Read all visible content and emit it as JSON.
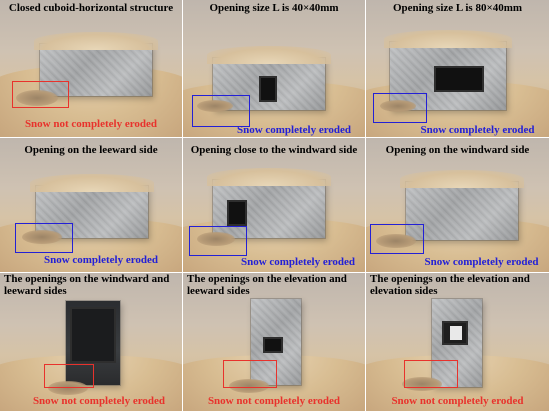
{
  "panels": [
    {
      "caption": "Closed cuboid-horizontal structure",
      "note": "Snow not completely eroded",
      "note_color": "#e8322c"
    },
    {
      "caption": "Opening size L is 40×40mm",
      "note": "Snow completely eroded",
      "note_color": "#2320d6"
    },
    {
      "caption": "Opening size L is 80×40mm",
      "note": "Snow completely eroded",
      "note_color": "#2320d6"
    },
    {
      "caption": "Opening on the leeward side",
      "note": "Snow completely eroded",
      "note_color": "#2320d6"
    },
    {
      "caption": "Opening close to the windward side",
      "note": "Snow completely eroded",
      "note_color": "#2320d6"
    },
    {
      "caption": "Opening on the windward side",
      "note": "Snow completely eroded",
      "note_color": "#2320d6"
    },
    {
      "caption": "The openings on the windward and leeward sides",
      "note": "Snow not completely eroded",
      "note_color": "#e8322c"
    },
    {
      "caption": "The openings on the elevation and leeward sides",
      "note": "Snow not completely eroded",
      "note_color": "#e8322c"
    },
    {
      "caption": "The openings on the elevation and elevation sides",
      "note": "Snow not completely eroded",
      "note_color": "#e8322c"
    }
  ]
}
